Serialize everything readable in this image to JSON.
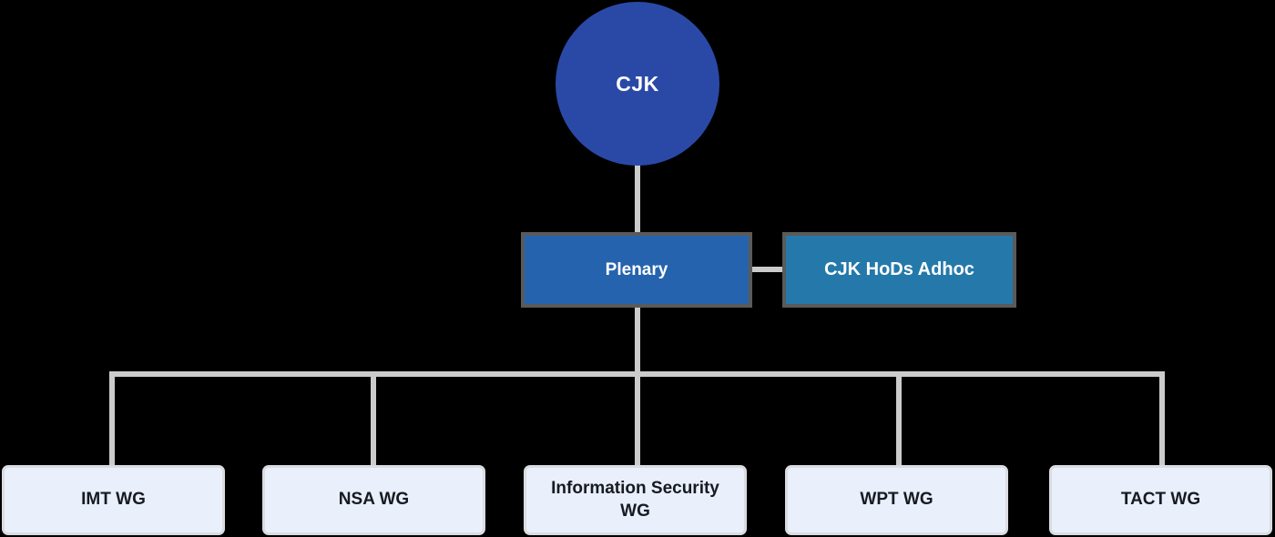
{
  "colors": {
    "background": "#000000",
    "root_node_fill": "#2A49A7",
    "plenary_node_fill": "#2563AE",
    "adhoc_node_fill": "#2579AA",
    "blue_node_border": "#5A5A5A",
    "wg_node_fill": "#E9EFFB",
    "wg_node_border": "#DADCE0",
    "wg_node_text": "#171A20",
    "node_text_light": "#FFFFFF",
    "connector": "#CBCBCB"
  },
  "org_chart": {
    "root": {
      "label": "CJK"
    },
    "level2": {
      "plenary": {
        "label": "Plenary"
      },
      "adhoc": {
        "label": "CJK HoDs Adhoc"
      }
    },
    "working_groups": [
      {
        "label": "IMT WG"
      },
      {
        "label": "NSA WG"
      },
      {
        "label": "Information Security WG"
      },
      {
        "label": "WPT WG"
      },
      {
        "label": "TACT WG"
      }
    ]
  }
}
